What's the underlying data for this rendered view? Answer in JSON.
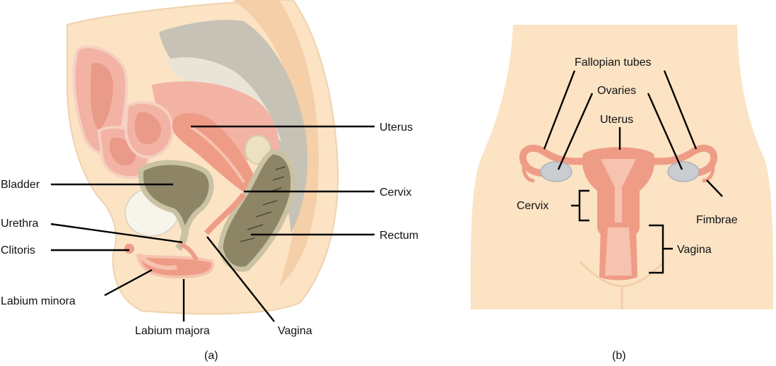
{
  "panel_a": {
    "caption": "(a)",
    "labels": {
      "uterus": "Uterus",
      "bladder": "Bladder",
      "cervix": "Cervix",
      "urethra": "Urethra",
      "rectum": "Rectum",
      "clitoris": "Clitoris",
      "labium_minora": "Labium minora",
      "labium_majora": "Labium majora",
      "vagina": "Vagina"
    }
  },
  "panel_b": {
    "caption": "(b)",
    "labels": {
      "fallopian_tubes": "Fallopian tubes",
      "ovaries": "Ovaries",
      "uterus": "Uterus",
      "cervix": "Cervix",
      "fimbrae": "Fimbrae",
      "vagina": "Vagina"
    }
  },
  "colors": {
    "skin": "#fbe3c4",
    "skin_dark": "#f4cfa8",
    "tissue_pink": "#f2b3a4",
    "organ_salmon": "#ef9c86",
    "organ_light": "#f6c3b0",
    "bladder": "#8e8466",
    "bladder_rim": "#c9c2a3",
    "bone": "#c7c2b6",
    "bone_light": "#e9e4d6",
    "ovary": "#c9ccd1"
  }
}
